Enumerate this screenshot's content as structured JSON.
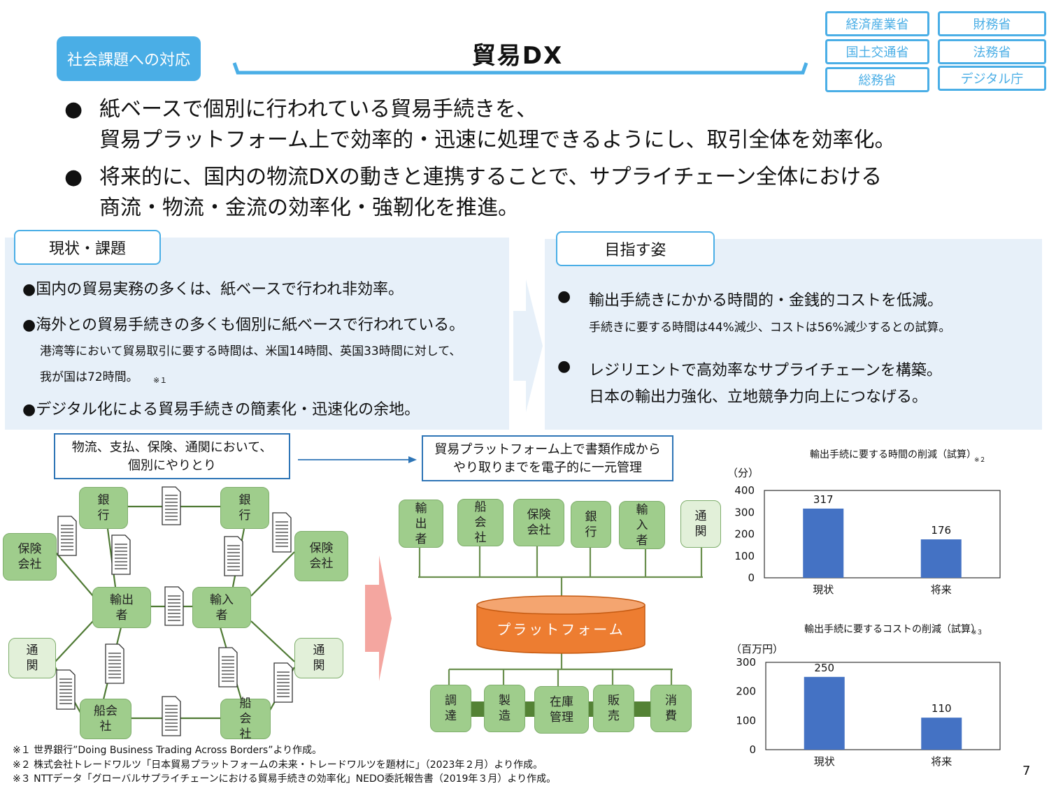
{
  "header": {
    "tag": "社会課題への対応",
    "title": "貿易DX",
    "ministries": [
      "経済産業省",
      "財務省",
      "国土交通省",
      "法務省",
      "総務省",
      "デジタル庁"
    ]
  },
  "summary": {
    "bullet_symbol": "●",
    "b1_line1": "紙ベースで個別に行われている貿易手続きを、",
    "b1_line2": "貿易プラットフォーム上で効率的・迅速に処理できるようにし、取引全体を効率化。",
    "b2_line1": "将来的に、国内の物流DXの動きと連携することで、サプライチェーン全体における",
    "b2_line2": "商流・物流・金流の効率化・強靭化を推進。"
  },
  "current": {
    "heading": "現状・課題",
    "item1": "●国内の貿易実務の多くは、紙ベースで行われ非効率。",
    "item2": "●海外との貿易手続きの多くも個別に紙ベースで行われている。",
    "item2_sub1": "港湾等において貿易取引に要する時間は、米国14時間、英国33時間に対して、",
    "item2_sub2": "我が国は72時間。",
    "item2_ref": "※１",
    "item3": "●デジタル化による貿易手続きの簡素化・迅速化の余地。"
  },
  "goal": {
    "heading": "目指す姿",
    "bullet_symbol": "●",
    "item1": "輸出手続きにかかる時間的・金銭的コストを低減。",
    "item1_sub": "手続きに要する時間は44%減少、コストは56%減少するとの試算。",
    "item2_line1": "レジリエントで高効率なサプライチェーンを構築。",
    "item2_line2": "日本の輸出力強化、立地競争力向上につなげる。"
  },
  "diagram_left": {
    "caption_line1": "物流、支払、保険、通関において、",
    "caption_line2": "個別にやりとり",
    "nodes": {
      "bank_left": "銀\n行",
      "bank_right": "銀\n行",
      "insurance_left": "保険\n会社",
      "insurance_right": "保険\n会社",
      "exporter": "輸出\n者",
      "importer": "輸入\n者",
      "customs_left": "通\n関",
      "customs_right": "通\n関",
      "shipping_left": "船会\n社",
      "shipping_right": "船\n会\n社"
    }
  },
  "diagram_right": {
    "caption_line1": "貿易プラットフォーム上で書類作成から",
    "caption_line2": "やり取りまでを電子的に一元管理",
    "top_nodes": [
      "輸\n出\n者",
      "船\n会\n社",
      "保険\n会社",
      "銀\n行",
      "輸\n入\n者",
      "通\n関"
    ],
    "platform": "プラットフォーム",
    "bottom_nodes": [
      "調\n達",
      "製\n造",
      "在庫\n管理",
      "販\n売",
      "消\n費"
    ]
  },
  "chart_data": [
    {
      "type": "bar",
      "title": "輸出手続に要する時間の削減（試算）",
      "title_ref": "※２",
      "ylabel": "（分）",
      "categories": [
        "現状",
        "将来"
      ],
      "values": [
        317,
        176
      ],
      "ylim": [
        0,
        400
      ],
      "yticks": [
        "0",
        "100",
        "200",
        "300",
        "400"
      ],
      "grid": false,
      "color": "#4472c4"
    },
    {
      "type": "bar",
      "title": "輸出手続に要するコストの削減（試算）",
      "title_ref": "※３",
      "ylabel": "（百万円）",
      "categories": [
        "現状",
        "将来"
      ],
      "values": [
        250,
        110
      ],
      "ylim": [
        0,
        300
      ],
      "yticks": [
        "0",
        "100",
        "200",
        "300"
      ],
      "grid": false,
      "color": "#4472c4"
    }
  ],
  "footnotes": [
    "※１ 世界銀行”Doing Business Trading Across Borders”より作成。",
    "※２ 株式会社トレードワルツ「日本貿易プラットフォームの未来・トレードワルツを題材に」（2023年２月）より作成。",
    "※３ NTTデータ「グローバルサプライチェーンにおける貿易手続きの効率化」NEDO委託報告書（2019年３月）より作成。"
  ],
  "page_number": "7",
  "colors": {
    "accent": "#4aaee6",
    "panel": "#e7f0f9",
    "node": "#9fcd8c",
    "node_light": "#e2f0d9",
    "platform": "#ed7d31",
    "bar": "#4472c4",
    "arrow_pink": "#f4a6a0"
  }
}
